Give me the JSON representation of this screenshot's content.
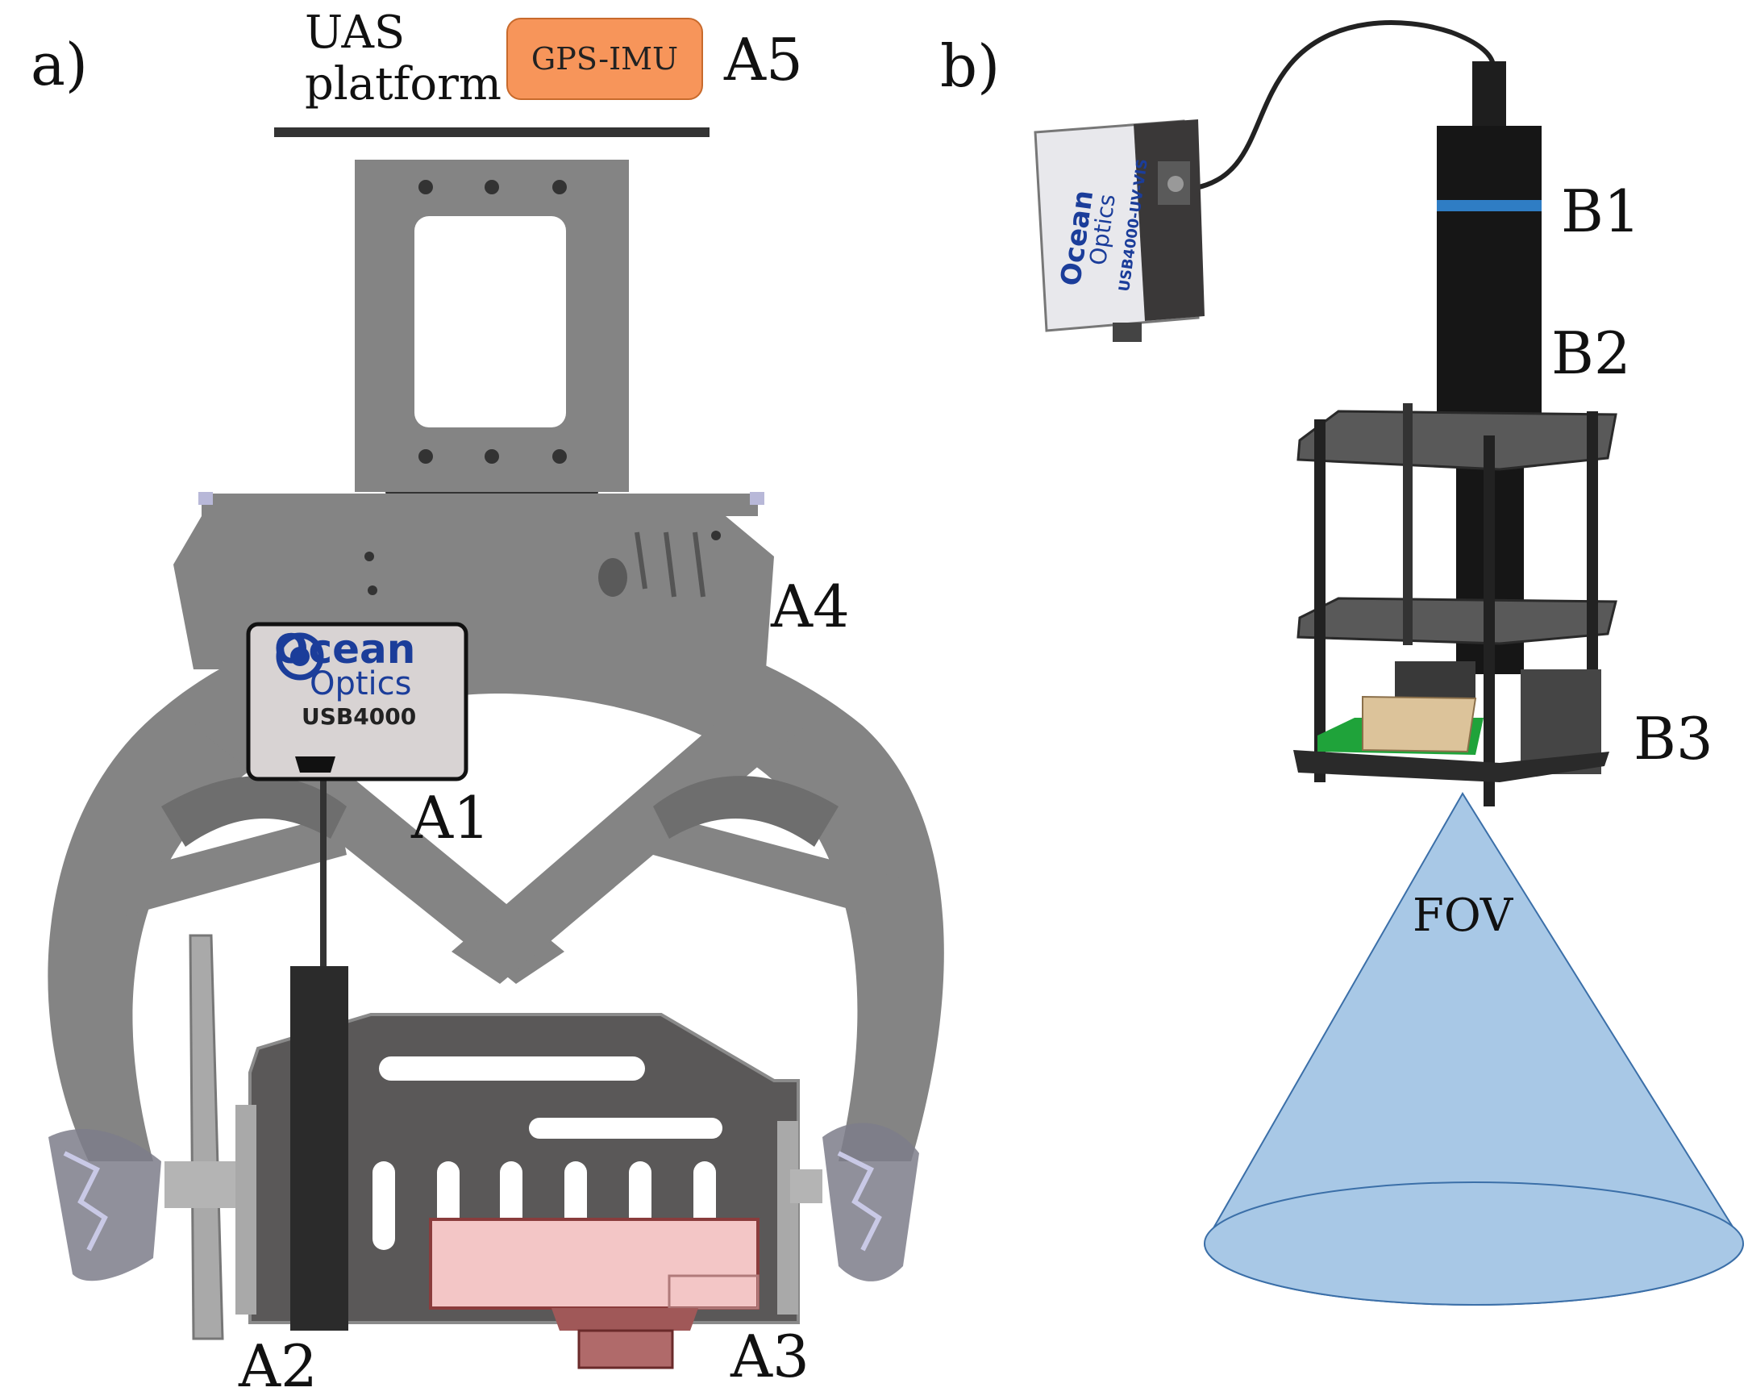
{
  "panels": {
    "a": "a)",
    "b": "b)"
  },
  "labels": {
    "uas_line1": "UAS",
    "uas_line2": "platform",
    "gps": "GPS-IMU",
    "a1": "A1",
    "a2": "A2",
    "a3": "A3",
    "a4": "A4",
    "a5": "A5",
    "b1": "B1",
    "b2": "B2",
    "b3": "B3",
    "fov": "FOV"
  },
  "devices": {
    "spectrometer_a_brand_1": "Ocean",
    "spectrometer_a_brand_2": "Optics",
    "spectrometer_a_model": "USB4000",
    "spectrometer_b_brand_1": "Ocean",
    "spectrometer_b_brand_2": "Optics",
    "spectrometer_b_model": "USB4000-UV-VIS"
  },
  "colors": {
    "frame_gray": "#848484",
    "frame_dark": "#5a5858",
    "gps_orange": "#f7955a",
    "fov_blue": "#a8c8e6",
    "camera_pink": "#f3c6c6",
    "board_green": "#1fa33a",
    "brand_blue": "#1b3d9a"
  }
}
